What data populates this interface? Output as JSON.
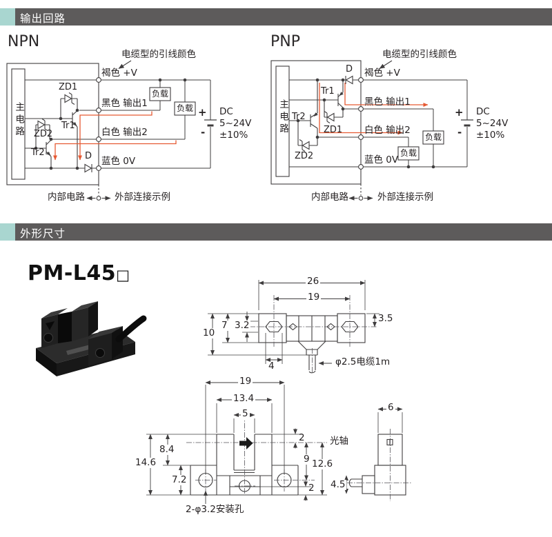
{
  "theme": {
    "accent_teal": "#a9d6d0",
    "header_gray": "#5d5b5b",
    "header_text": "#ffffff",
    "line_color": "#3f3d3e",
    "red_current": "#e65932",
    "text_color": "#231f20"
  },
  "section1": {
    "title": "输出回路"
  },
  "section2": {
    "title": "外形尺寸"
  },
  "npn": {
    "title": "NPN",
    "cable_note": "电缆型的引线颜色",
    "main_circuit": "主电路",
    "wire_brown": "褐色  +V",
    "wire_black": "黑色  输出1",
    "wire_white": "白色  输出2",
    "wire_blue": "蓝色  0V",
    "zd1": "ZD1",
    "tr1": "Tr1",
    "zd2": "ZD2",
    "tr2": "Tr2",
    "d": "D",
    "load": "负载",
    "plus": "+",
    "minus": "-",
    "dc1": "DC",
    "dc2": "5~24V",
    "dc3": "±10%",
    "internal": "内部电路",
    "external": "外部连接示例"
  },
  "pnp": {
    "title": "PNP",
    "cable_note": "电缆型的引线颜色",
    "main_circuit": "主电路",
    "wire_brown": "褐色  +V",
    "wire_black": "黑色  输出1",
    "wire_white": "白色  输出2",
    "wire_blue": "蓝色  0V",
    "d": "D",
    "tr1": "Tr1",
    "zd1": "ZD1",
    "tr2": "Tr2",
    "zd2": "ZD2",
    "load": "负载",
    "plus": "+",
    "minus": "-",
    "dc1": "DC",
    "dc2": "5~24V",
    "dc3": "±10%",
    "internal": "内部电路",
    "external": "外部连接示例"
  },
  "dims": {
    "model": "PM-L45",
    "model_suffix": "□",
    "top": {
      "d26": "26",
      "d19": "19",
      "d35": "3.5",
      "d32": "3.2",
      "d7": "7",
      "d10": "10",
      "d4": "4",
      "cable": "φ2.5电缆1m"
    },
    "front": {
      "d19": "19",
      "d134": "13.4",
      "d5": "5",
      "d2t": "2",
      "axis": "光轴",
      "d84": "8.4",
      "d146": "14.6",
      "d72": "7.2",
      "d9": "9",
      "d126": "12.6",
      "d2b": "2",
      "d45": "4.5",
      "holes": "2-φ3.2安装孔"
    },
    "side": {
      "d6": "6"
    }
  }
}
